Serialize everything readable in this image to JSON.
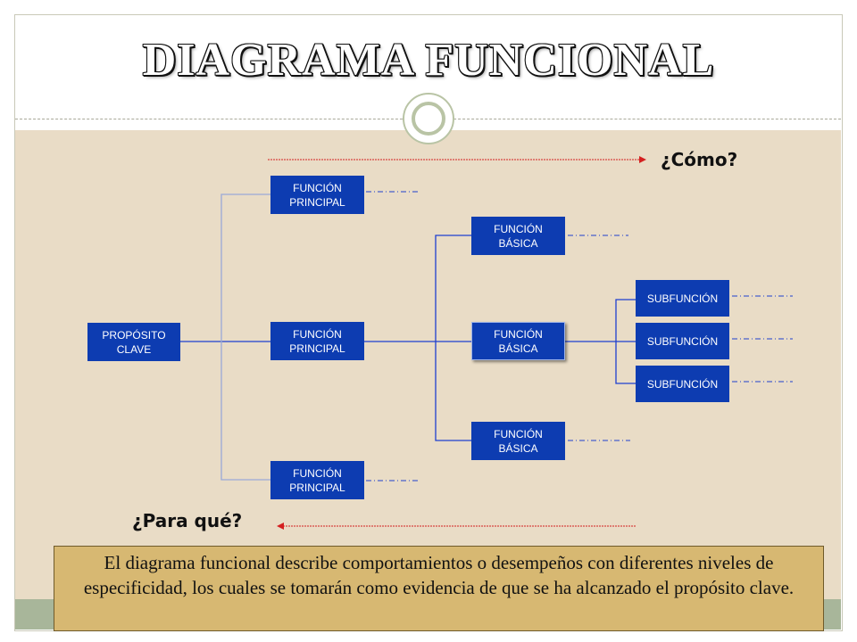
{
  "title": "DIAGRAMA FUNCIONAL",
  "questions": {
    "how": "¿Cómo?",
    "why": "¿Para qué?"
  },
  "nodes": {
    "purpose": "PROPÓSITO\nCLAVE",
    "main_functions": [
      "FUNCIÓN\nPRINCIPAL",
      "FUNCIÓN\nPRINCIPAL",
      "FUNCIÓN\nPRINCIPAL"
    ],
    "basic_functions": [
      "FUNCIÓN\nBÁSICA",
      "FUNCIÓN\nBÁSICA",
      "FUNCIÓN\nBÁSICA"
    ],
    "subfunctions": [
      "SUBFUNCIÓN",
      "SUBFUNCIÓN",
      "SUBFUNCIÓN"
    ]
  },
  "description": "El diagrama funcional describe comportamientos o desempeños con diferentes niveles de especificidad, los cuales se tomarán como evidencia de que se ha alcanzado el propósito clave.",
  "colors": {
    "node_fill": "#0d3cb1",
    "connector": "#1f3fcf",
    "arrow": "#d42020",
    "panel_background": "#e9dcc6",
    "description_fill": "#d7b872"
  }
}
